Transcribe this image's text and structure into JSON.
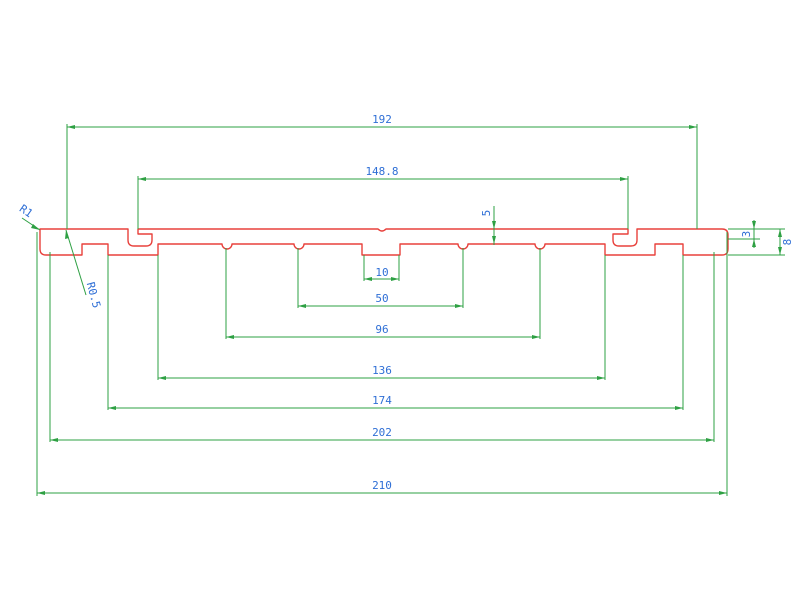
{
  "colors": {
    "profile": "#e8413c",
    "dimension": "#2ea043",
    "text": "#2f6fd6",
    "background": "#ffffff"
  },
  "dimensions": {
    "overall_width_210": "210",
    "width_202": "202",
    "width_174": "174",
    "width_136": "136",
    "width_96": "96",
    "width_50": "50",
    "width_10": "10",
    "top_width_192": "192",
    "top_width_148_8": "148.8",
    "depth_5": "5",
    "thickness_3": "3",
    "thickness_8": "8",
    "radius_r1": "R1",
    "radius_r0_5": "R0.5"
  }
}
